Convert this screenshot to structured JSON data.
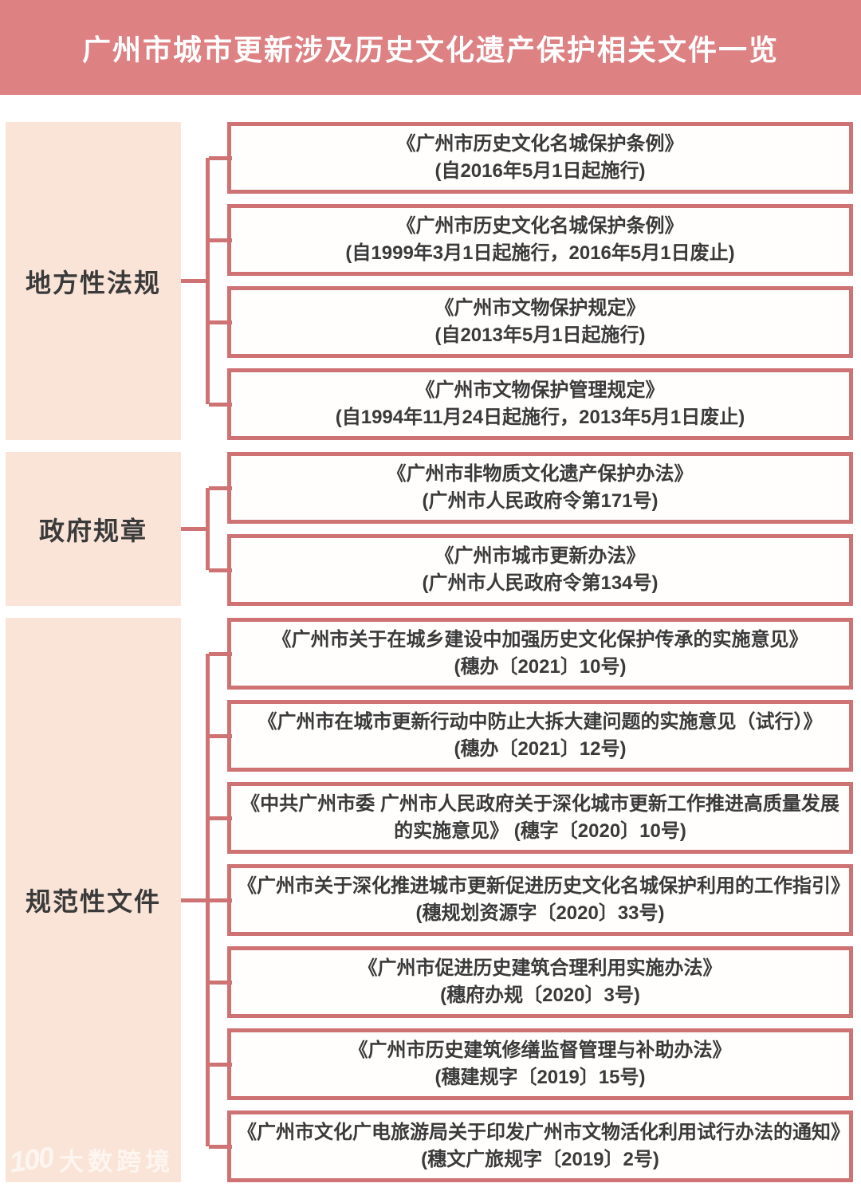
{
  "title": "广州市城市更新涉及历史文化遗产保护相关文件一览",
  "colors": {
    "banner_bg": "#dd8183",
    "banner_text": "#ffffff",
    "category_bg": "#fae4d8",
    "box_border": "#ce7273",
    "box_bg": "#fffefd",
    "text": "#3a3a3a",
    "connector": "#ce7273"
  },
  "watermark": {
    "logo_text": "100",
    "brand": "大数跨境"
  },
  "sections": [
    {
      "category": "地方性法规",
      "documents": [
        {
          "line1": "《广州市历史文化名城保护条例》",
          "line2": "(自2016年5月1日起施行)"
        },
        {
          "line1": "《广州市历史文化名城保护条例》",
          "line2": "(自1999年3月1日起施行，2016年5月1日废止)"
        },
        {
          "line1": "《广州市文物保护规定》",
          "line2": "(自2013年5月1日起施行)"
        },
        {
          "line1": "《广州市文物保护管理规定》",
          "line2": "(自1994年11月24日起施行，2013年5月1日废止)"
        }
      ]
    },
    {
      "category": "政府规章",
      "documents": [
        {
          "line1": "《广州市非物质文化遗产保护办法》",
          "line2": "(广州市人民政府令第171号)"
        },
        {
          "line1": "《广州市城市更新办法》",
          "line2": "(广州市人民政府令第134号)"
        }
      ]
    },
    {
      "category": "规范性文件",
      "documents": [
        {
          "line1": "《广州市关于在城乡建设中加强历史文化保护传承的实施意见》",
          "line2": "(穗办〔2021〕10号)"
        },
        {
          "line1": "《广州市在城市更新行动中防止大拆大建问题的实施意见（试行）》",
          "line2": "(穗办〔2021〕12号)"
        },
        {
          "line1": "《中共广州市委 广州市人民政府关于深化城市更新工作推进高质量发展",
          "line2": "的实施意见》 (穗字〔2020〕10号)"
        },
        {
          "line1": "《广州市关于深化推进城市更新促进历史文化名城保护利用的工作指引》",
          "line2": "(穗规划资源字〔2020〕33号)"
        },
        {
          "line1": "《广州市促进历史建筑合理利用实施办法》",
          "line2": "(穗府办规〔2020〕3号)"
        },
        {
          "line1": "《广州市历史建筑修缮监督管理与补助办法》",
          "line2": "(穗建规字〔2019〕15号)"
        },
        {
          "line1": "《广州市文化广电旅游局关于印发广州市文物活化利用试行办法的通知》",
          "line2": "(穗文广旅规字〔2019〕2号)"
        }
      ]
    }
  ]
}
